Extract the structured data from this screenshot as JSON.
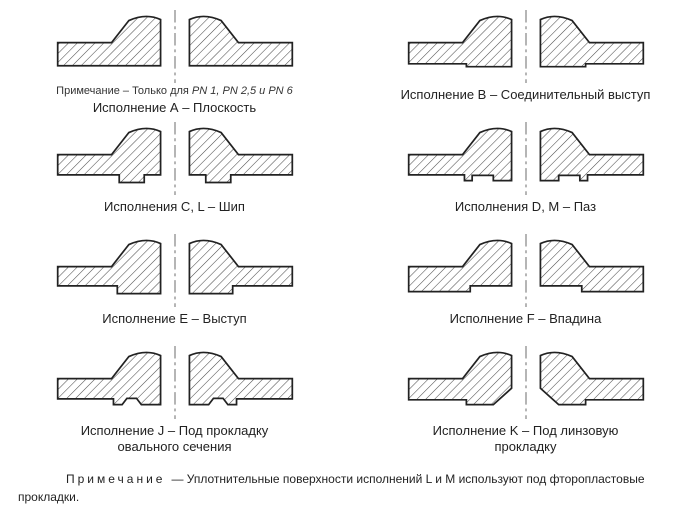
{
  "figures": [
    {
      "id": "A",
      "caption": "Исполнение А – Плоскость",
      "face": "flat",
      "note_prefix": "Примечание – Только для ",
      "note_pn": "PN 1, PN 2,5 и PN 6"
    },
    {
      "id": "B",
      "caption": "Исполнение В – Соединительный выступ",
      "face": "raised"
    },
    {
      "id": "C-L",
      "caption": "Исполнения C, L – Шип",
      "face": "tongue"
    },
    {
      "id": "D-M",
      "caption": "Исполнения D, М – Паз",
      "face": "groove"
    },
    {
      "id": "E",
      "caption": "Исполнение Е – Выступ",
      "face": "spigot"
    },
    {
      "id": "F",
      "caption": "Исполнение F – Впадина",
      "face": "recess"
    },
    {
      "id": "J",
      "caption": "Исполнение J – Под прокладку\nовального сечения",
      "face": "oval"
    },
    {
      "id": "K",
      "caption": "Исполнение K – Под линзовую\nпрокладку",
      "face": "lens"
    }
  ],
  "footnote": {
    "label": "Примечание",
    "text": "— Уплотнительные поверхности исполнений L и М используют под фторопластовые прокладки."
  },
  "drawing": {
    "outline_color": "#222222",
    "hatch_color": "#4a4a4a",
    "centerline_color": "#555555"
  }
}
